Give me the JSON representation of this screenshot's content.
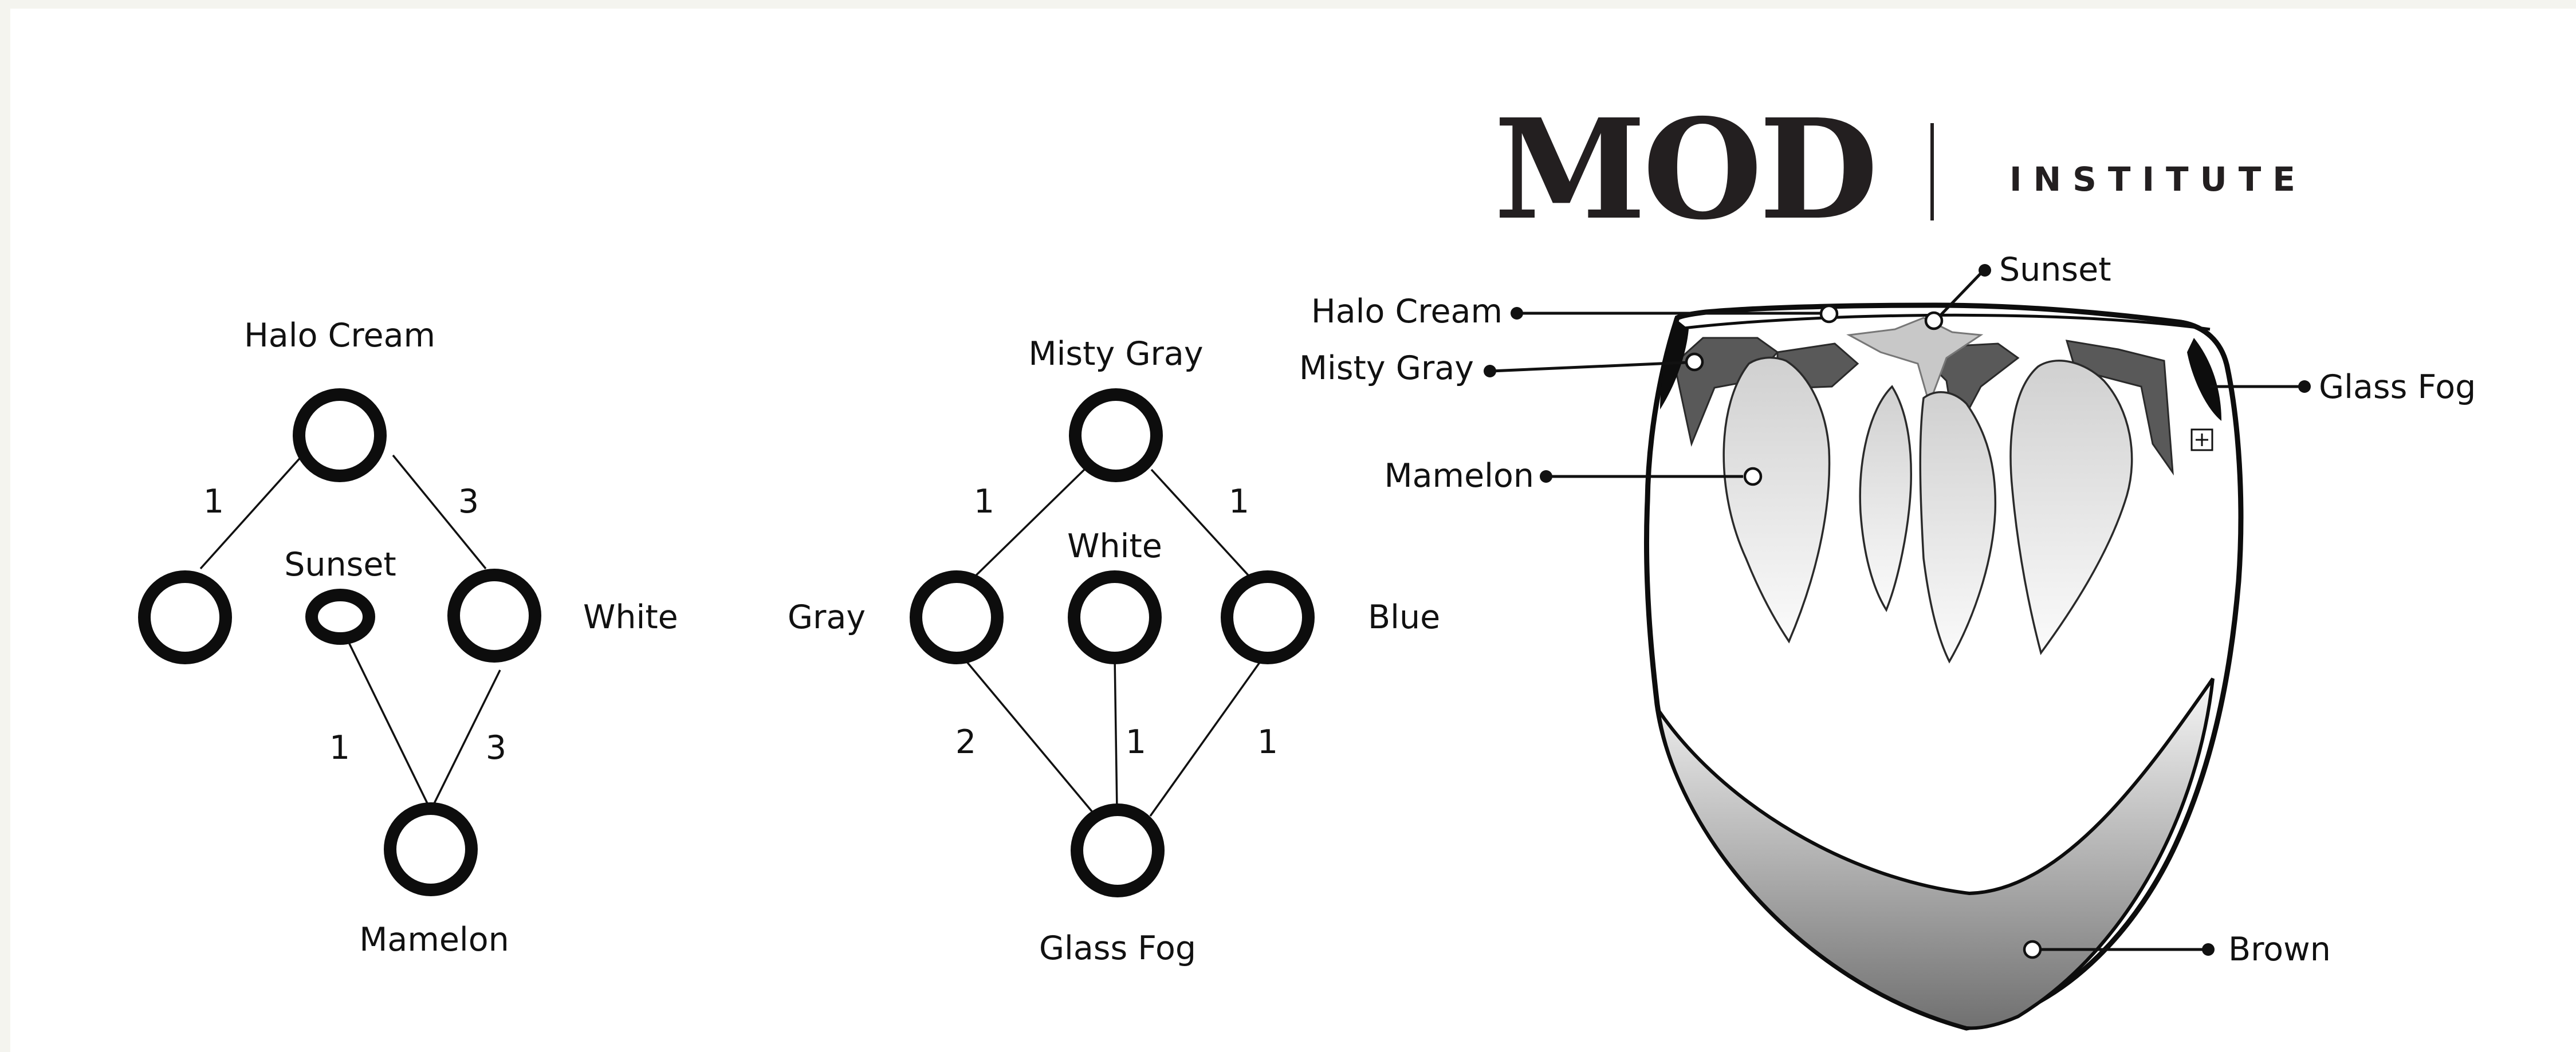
{
  "brand": {
    "logo_text": "MOD",
    "sub": "INSTITUTE"
  },
  "diagram_left": {
    "nodes": {
      "top": "Halo Cream",
      "left": "",
      "center": "Sunset",
      "right": "White",
      "bottom": "Mamelon"
    },
    "weights": {
      "top_left": "1",
      "top_right": "3",
      "center_bottom": "1",
      "right_bottom": "3"
    }
  },
  "diagram_middle": {
    "nodes": {
      "top": "Misty Gray",
      "left": "Gray",
      "center": "White",
      "right": "Blue",
      "bottom": "Glass Fog"
    },
    "weights": {
      "top_left": "1",
      "top_right": "1",
      "left_bottom": "2",
      "center_bottom": "1",
      "right_bottom": "1"
    }
  },
  "tooth_diagram": {
    "labels": {
      "halo_cream": "Halo Cream",
      "sunset": "Sunset",
      "misty_gray": "Misty Gray",
      "glass_fog": "Glass Fog",
      "mamelon": "Mamelon",
      "brown": "Brown"
    }
  },
  "colors": {
    "ink": "#111111",
    "misty_gray_band": "#595959",
    "mamelon_fill_top": "#d2d2d2",
    "brown_gradient_top": "#f2f2f2",
    "brown_gradient_bottom": "#7a7a7a"
  },
  "icons": [
    "plus-box-icon"
  ]
}
